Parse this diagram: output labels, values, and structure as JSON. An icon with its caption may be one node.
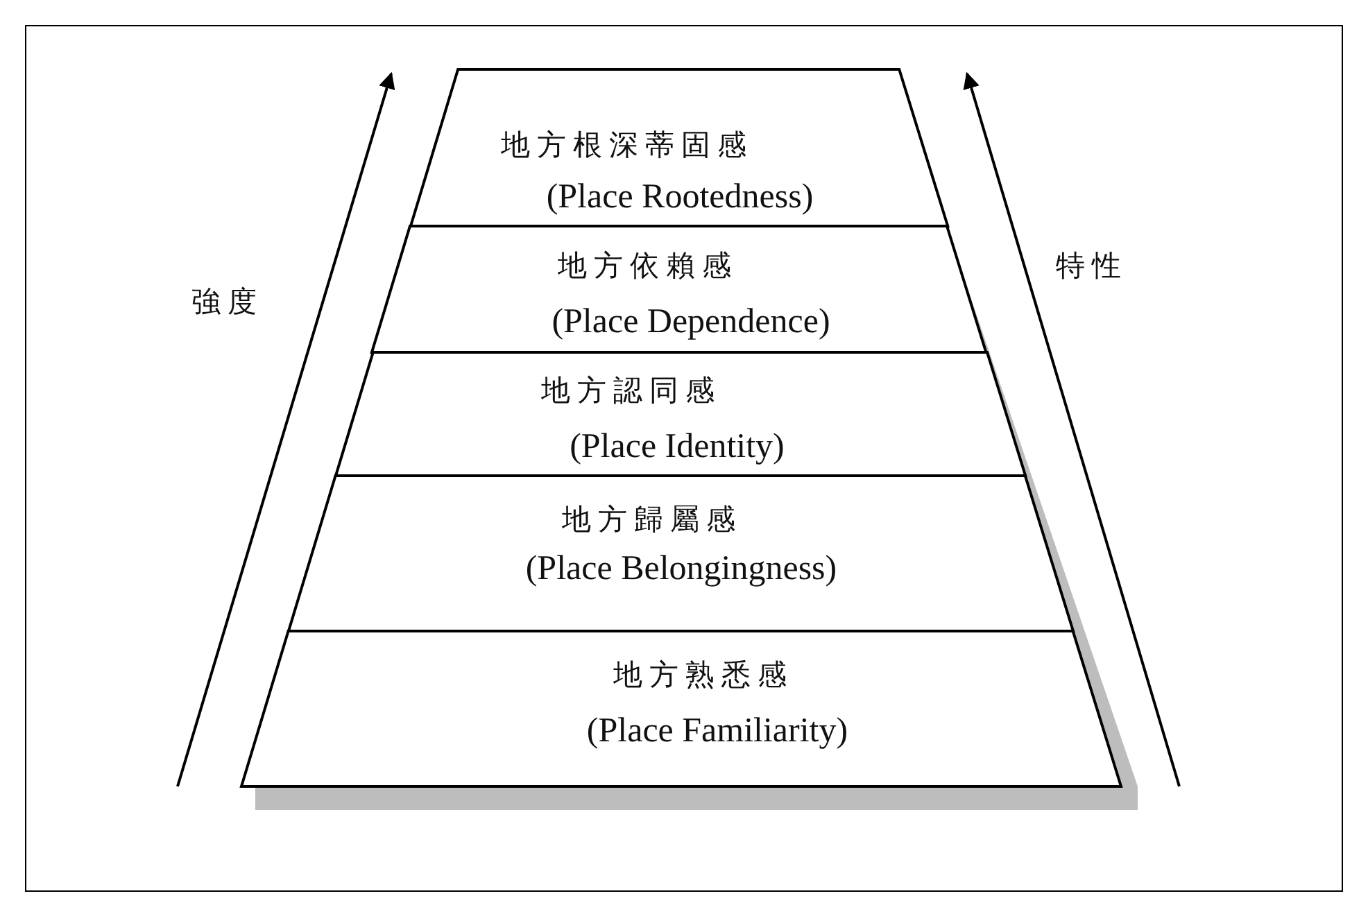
{
  "diagram": {
    "nodes": [
      {
        "text": [
          "地方根深蒂固感",
          "(Place Rootedness)"
        ]
      },
      {
        "text": [
          "地方依賴感",
          "(Place Dependence)"
        ]
      },
      {
        "text": [
          "地方認同感",
          "(Place Identity)"
        ]
      },
      {
        "text": [
          "地方歸屬感",
          "(Place Belongingness)"
        ]
      },
      {
        "text": [
          "地方熟悉感",
          "(Place Familiarity)"
        ]
      }
    ],
    "labels": [
      "強度",
      "特性"
    ]
  }
}
